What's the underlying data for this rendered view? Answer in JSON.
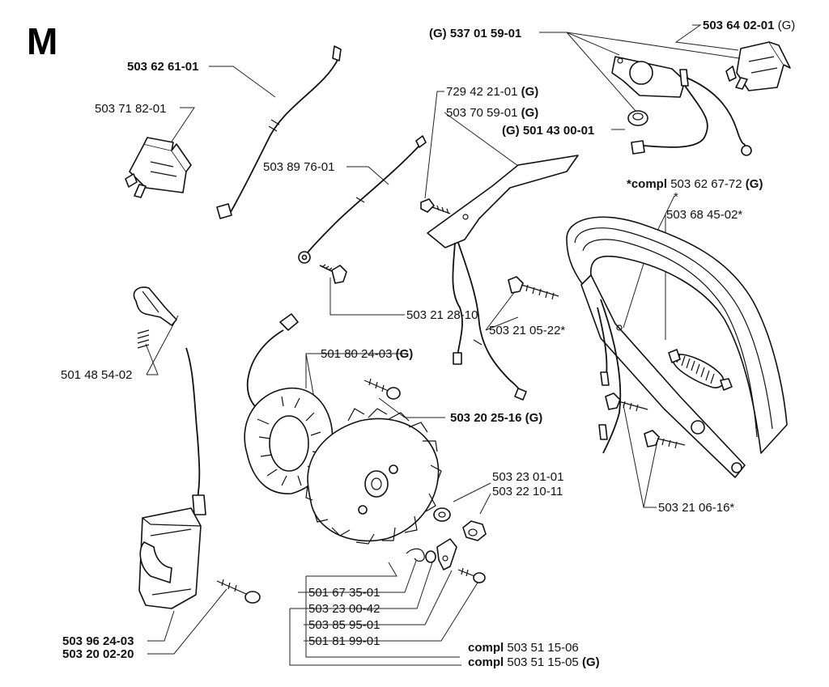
{
  "section_letter": "M",
  "labels": {
    "p_503_62_61_01": "503 62 61-01",
    "p_503_71_82_01": "503 71 82-01",
    "p_503_89_76_01": "503 89 76-01",
    "p_503_21_28_10": "503 21 28-10",
    "p_537_01_59_01_prefix": "(G)",
    "p_537_01_59_01": "537 01 59-01",
    "p_503_64_02_01": "503 64 02-01",
    "p_503_64_02_01_suffix": "(G)",
    "p_729_42_21_01": "729 42 21-01",
    "p_729_42_21_01_suffix": "(G)",
    "p_503_70_59_01": "503 70 59-01",
    "p_503_70_59_01_suffix": "(G)",
    "p_501_43_00_01_prefix": "(G)",
    "p_501_43_00_01": "501 43 00-01",
    "compl_prefix_star": "*compl",
    "p_503_62_67_72": "503 62 67-72",
    "p_503_62_67_72_suffix": "(G)",
    "star": "*",
    "p_503_68_45_02": "503 68 45-02*",
    "p_501_48_54_02": "501 48 54-02",
    "p_501_80_24_03": "501 80 24-03",
    "p_501_80_24_03_suffix": "(G)",
    "p_503_20_25_16": "503 20 25-16",
    "p_503_20_25_16_suffix": "(G)",
    "p_503_21_05_22": "503 21 05-22*",
    "p_503_23_01_01": "503 23 01-01",
    "p_503_22_10_11": "503 22 10-11",
    "p_503_21_06_16": "503 21 06-16*",
    "p_501_67_35_01": "501 67 35-01",
    "p_503_23_00_42": "503 23 00-42",
    "p_503_85_95_01": "503 85 95-01",
    "p_501_81_99_01": "501 81 99-01",
    "p_503_96_24_03": "503 96 24-03",
    "p_503_20_02_20": "503 20 02-20",
    "compl_1_prefix": "compl",
    "compl_1_number": "503 51 15-06",
    "compl_2_prefix": "compl",
    "compl_2_number": "503 51 15-05",
    "compl_2_suffix": "(G)"
  }
}
